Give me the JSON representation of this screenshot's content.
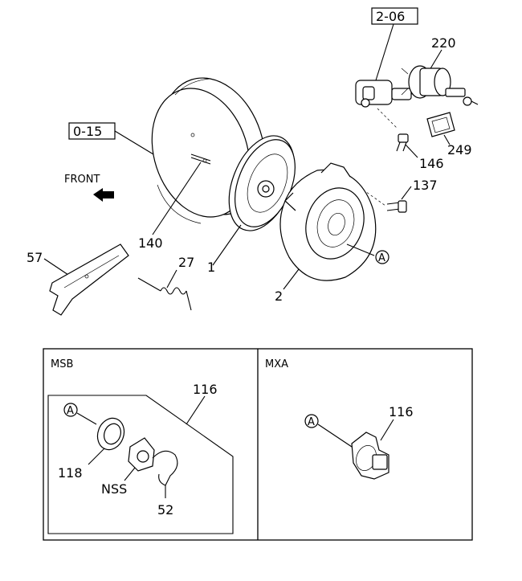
{
  "refs": {
    "ref_2_06": "2-06",
    "ref_0_15": "0-15"
  },
  "labels": {
    "p220": "220",
    "p249": "249",
    "p146": "146",
    "p137": "137",
    "p140": "140",
    "p27": "27",
    "p1": "1",
    "p2": "2",
    "p57": "57",
    "front": "FRONT",
    "circleA": "A"
  },
  "msb": {
    "title": "MSB",
    "p116": "116",
    "p118": "118",
    "nss": "NSS",
    "p52": "52",
    "circleA": "A"
  },
  "mxa": {
    "title": "MXA",
    "p116": "116",
    "circleA": "A"
  }
}
